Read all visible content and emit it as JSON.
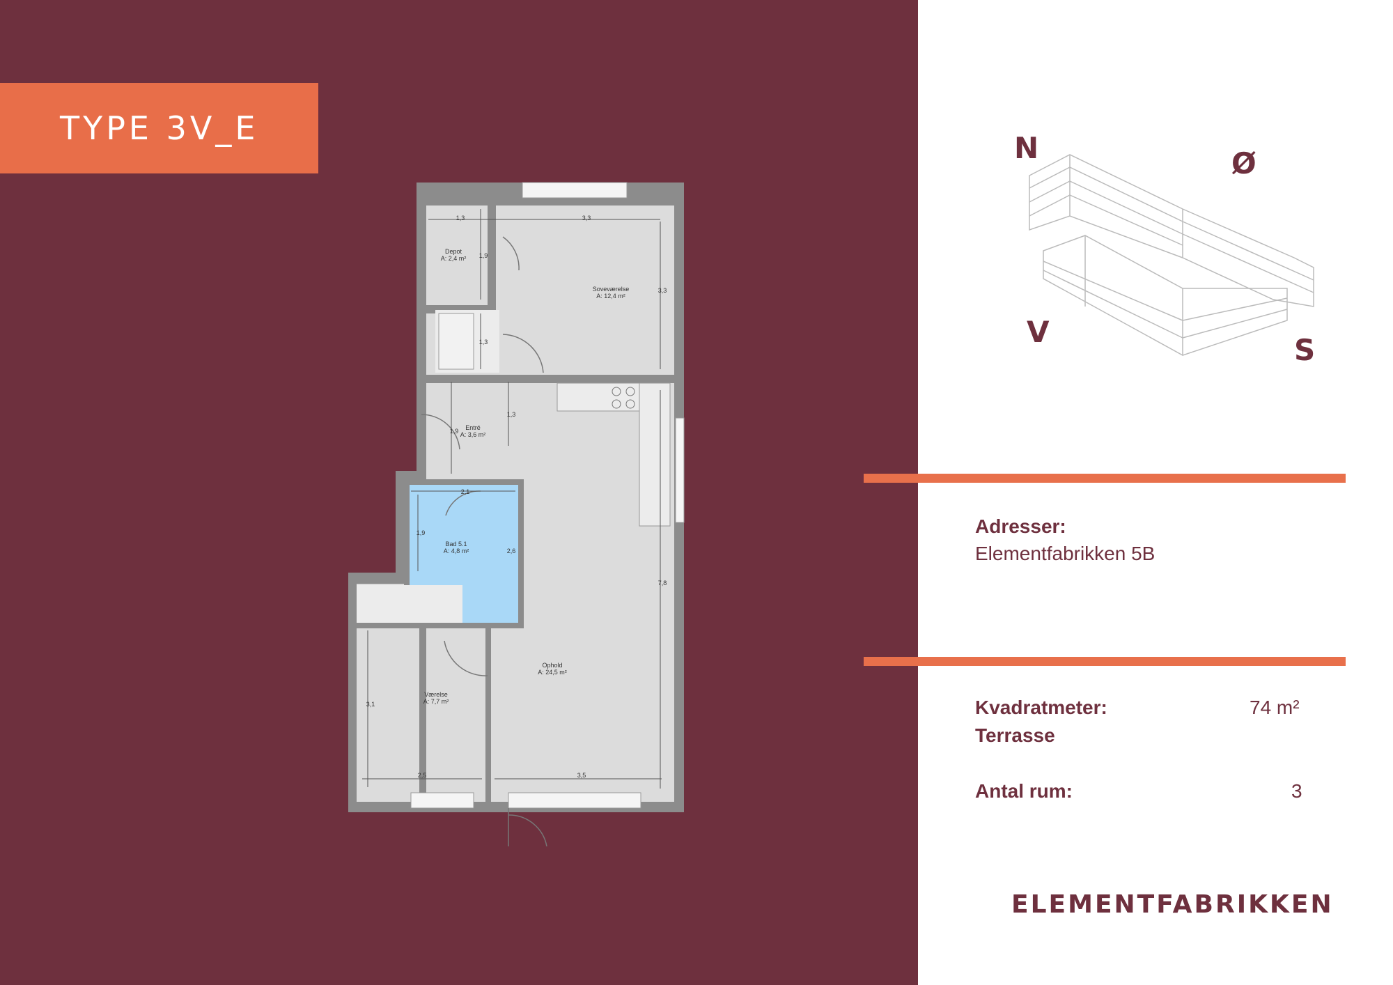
{
  "header": {
    "type_label": "TYPE 3V_E"
  },
  "plan": {
    "rooms": [
      {
        "name": "Depot",
        "area": "A: 2,4 m²"
      },
      {
        "name": "Soveværelse",
        "area": "A: 12,4 m²"
      },
      {
        "name": "Entré",
        "area": "A: 3,6 m²"
      },
      {
        "name": "Bad 5.1",
        "area": "A: 4,8 m²"
      },
      {
        "name": "Ophold",
        "area": "A: 24,5 m²"
      },
      {
        "name": "Værelse",
        "area": "A: 7,7 m²"
      }
    ],
    "dimensions": [
      "1,3",
      "3,3",
      "1,9",
      "3,3",
      "1,3",
      "1,3",
      "1,9",
      "2,1",
      "1,9",
      "2,6",
      "7,8",
      "3,1",
      "2,5",
      "3,5"
    ]
  },
  "compass": {
    "north": "N",
    "east": "Ø",
    "west": "V",
    "south": "S"
  },
  "info": {
    "address_label": "Adresser:",
    "address_value": "Elementfabrikken 5B",
    "area_label": "Kvadratmeter:",
    "area_value": "74 m²",
    "terrace_label": "Terrasse",
    "rooms_label": "Antal rum:",
    "rooms_value": "3"
  },
  "brand": {
    "name": "ELEMENTFABRIKKEN"
  },
  "colors": {
    "burgundy": "#6e303e",
    "accent": "#e86e49",
    "bath": "#a9d8f7",
    "floor": "#dcdcdc",
    "wall": "#8c8c8c"
  }
}
